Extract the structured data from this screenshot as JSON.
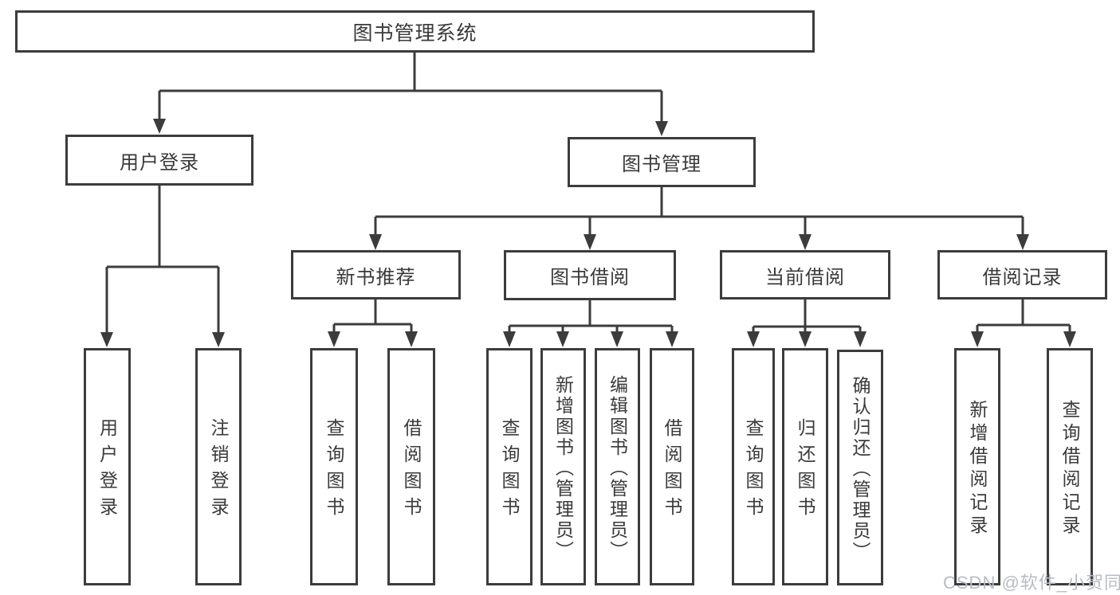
{
  "tree": {
    "root": {
      "label": "图书管理系统"
    },
    "user_login": {
      "label": "用户登录",
      "children": [
        {
          "label": "用户登录"
        },
        {
          "label": "注销登录"
        }
      ]
    },
    "book_management": {
      "label": "图书管理",
      "modules": [
        {
          "label": "新书推荐",
          "children": [
            {
              "label": "查询图书"
            },
            {
              "label": "借阅图书"
            }
          ]
        },
        {
          "label": "图书借阅",
          "children": [
            {
              "label": "查询图书"
            },
            {
              "label": "新增图书（管理员）"
            },
            {
              "label": "编辑图书（管理员）"
            },
            {
              "label": "借阅图书"
            }
          ]
        },
        {
          "label": "当前借阅",
          "children": [
            {
              "label": "查询图书"
            },
            {
              "label": "归还图书"
            },
            {
              "label": "确认归还（管理员）"
            }
          ]
        },
        {
          "label": "借阅记录",
          "children": [
            {
              "label": "新增借阅记录"
            },
            {
              "label": "查询借阅记录"
            }
          ]
        }
      ]
    }
  },
  "watermark": {
    "text": "CSDN @软件_小贺同学"
  },
  "colors": {
    "line": "#3c3c3c",
    "text": "#3a3a3a",
    "box_fill": "#ffffff",
    "background": "#ffffff",
    "watermark": "#b8bcc2"
  }
}
